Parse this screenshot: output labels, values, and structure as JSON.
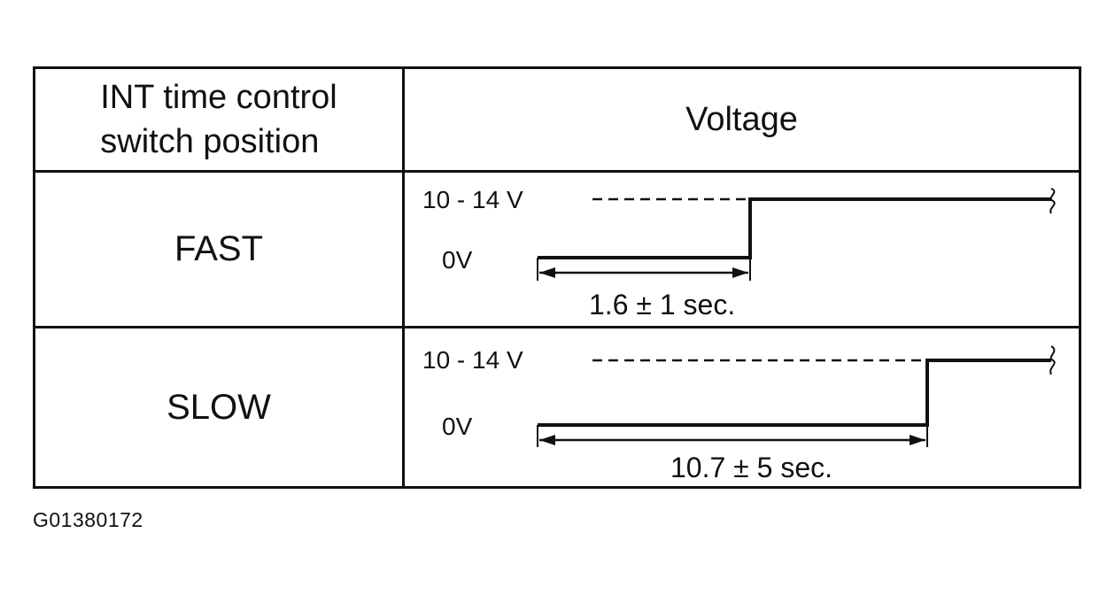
{
  "table": {
    "header_left_line1": "INT time control",
    "header_left_line2": "switch position",
    "header_right": "Voltage"
  },
  "rows": [
    {
      "position": "FAST",
      "high_label": "10 - 14 V",
      "low_label": "0V",
      "duration_label": "1.6 ± 1 sec."
    },
    {
      "position": "SLOW",
      "high_label": "10 - 14 V",
      "low_label": "0V",
      "duration_label": "10.7 ± 5 sec."
    }
  ],
  "figure_id": "G01380172"
}
